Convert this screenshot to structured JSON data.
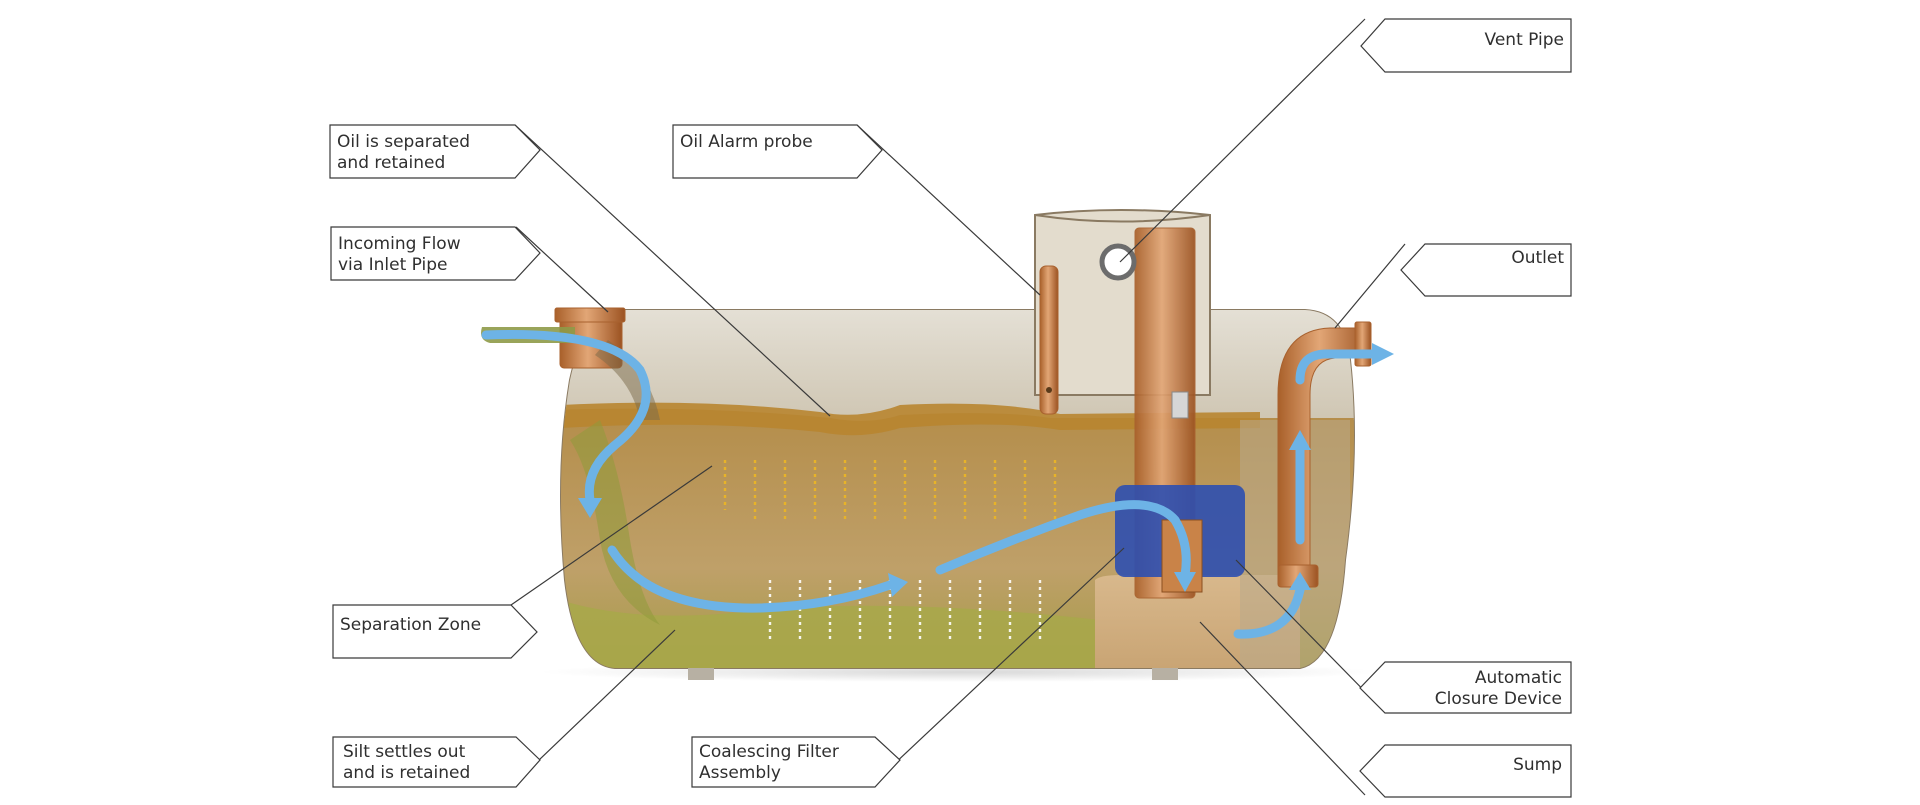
{
  "labels": {
    "oil_separated": [
      "Oil is separated",
      "and retained"
    ],
    "incoming_flow": [
      "Incoming Flow",
      "via Inlet Pipe"
    ],
    "oil_alarm": "Oil Alarm probe",
    "vent_pipe": "Vent Pipe",
    "outlet": "Outlet",
    "separation_zone": "Separation Zone",
    "silt": [
      "Silt settles out",
      "and is retained"
    ],
    "coalescing": [
      "Coalescing Filter",
      "Assembly"
    ],
    "closure": [
      "Automatic",
      "Closure Device"
    ],
    "sump": "Sump"
  },
  "colors": {
    "flow_arrows": "#6db3e6",
    "copper_pipe": "#c98348",
    "tank_shell": "#d9cbb0",
    "oil_layer": "#b88530",
    "water_body": "#c9a567",
    "silt_layer": "#a8a84a",
    "filter_blue": "#2d4fb0",
    "label_border": "#3a3a3a"
  }
}
